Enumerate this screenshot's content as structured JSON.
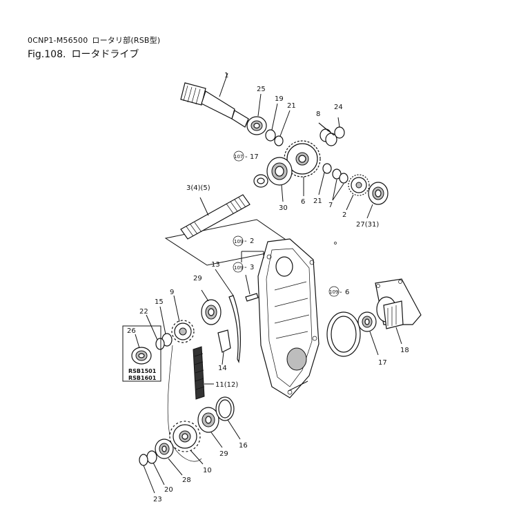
{
  "header": {
    "code": "0CNP1-M56500",
    "section": "ロータリ部(RSB型)",
    "fig_number": "Fig.108.",
    "fig_title": "ロータドライブ"
  },
  "callouts": {
    "c1": "1",
    "c25": "25",
    "c19": "19",
    "c21a": "21",
    "c8": "8",
    "c24": "24",
    "c107": "107",
    "c17a": "17",
    "c3": "3(4)(5)",
    "c30": "30",
    "c6": "6",
    "c21b": "21",
    "c7": "7",
    "c2": "2",
    "c27": "27(31)",
    "c109a": "109",
    "c2b": "2",
    "c13": "13",
    "c109b": "109",
    "c3b": "3",
    "c29a": "29",
    "c9": "9",
    "c15": "15",
    "c22": "22",
    "c26": "26",
    "rsb1": "RSB1501",
    "rsb2": "RSB1601",
    "c14": "14",
    "c11": "11(12)",
    "c109c": "109",
    "c6b": "6",
    "c18": "18",
    "c17b": "17",
    "c29b": "29",
    "c16": "16",
    "c10": "10",
    "c28": "28",
    "c20": "20",
    "c23": "23"
  }
}
